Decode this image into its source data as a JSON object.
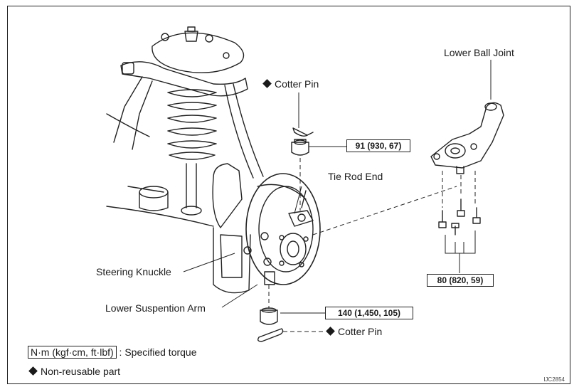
{
  "labels": {
    "lower_ball_joint": "Lower Ball Joint",
    "cotter_pin_top": "Cotter Pin",
    "tie_rod_end": "Tie Rod End",
    "steering_knuckle": "Steering Knuckle",
    "lower_suspension_arm": "Lower Suspention Arm",
    "cotter_pin_bottom": "Cotter Pin"
  },
  "torques": {
    "tie_rod_nut": "91 (930, 67)",
    "ball_joint_bolts": "80 (820, 59)",
    "lower_arm_nut": "140 (1,450, 105)"
  },
  "legend": {
    "unit_box": "N·m (kgf·cm, ft·lbf)",
    "unit_text": ": Specified torque",
    "non_reusable": "Non-reusable part"
  },
  "figure_code": "IJC2854",
  "icons": [
    "diamond-icon"
  ]
}
